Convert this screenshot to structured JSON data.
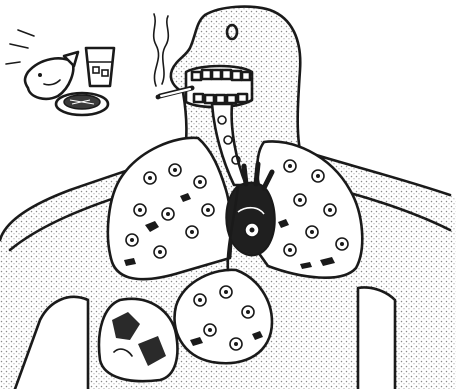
{
  "figure": {
    "colors": {
      "ink": "#1a1a1a",
      "paper": "#ffffff",
      "stipple": "#8a8a8a"
    },
    "icons": [
      "fish-icon",
      "water-glass-icon",
      "meat-plate-icon",
      "cigarette-icon",
      "smoke-icon"
    ],
    "regions": [
      "head",
      "mouth",
      "esophagus",
      "left-lung",
      "right-lung",
      "heart",
      "stomach",
      "intestine"
    ]
  }
}
